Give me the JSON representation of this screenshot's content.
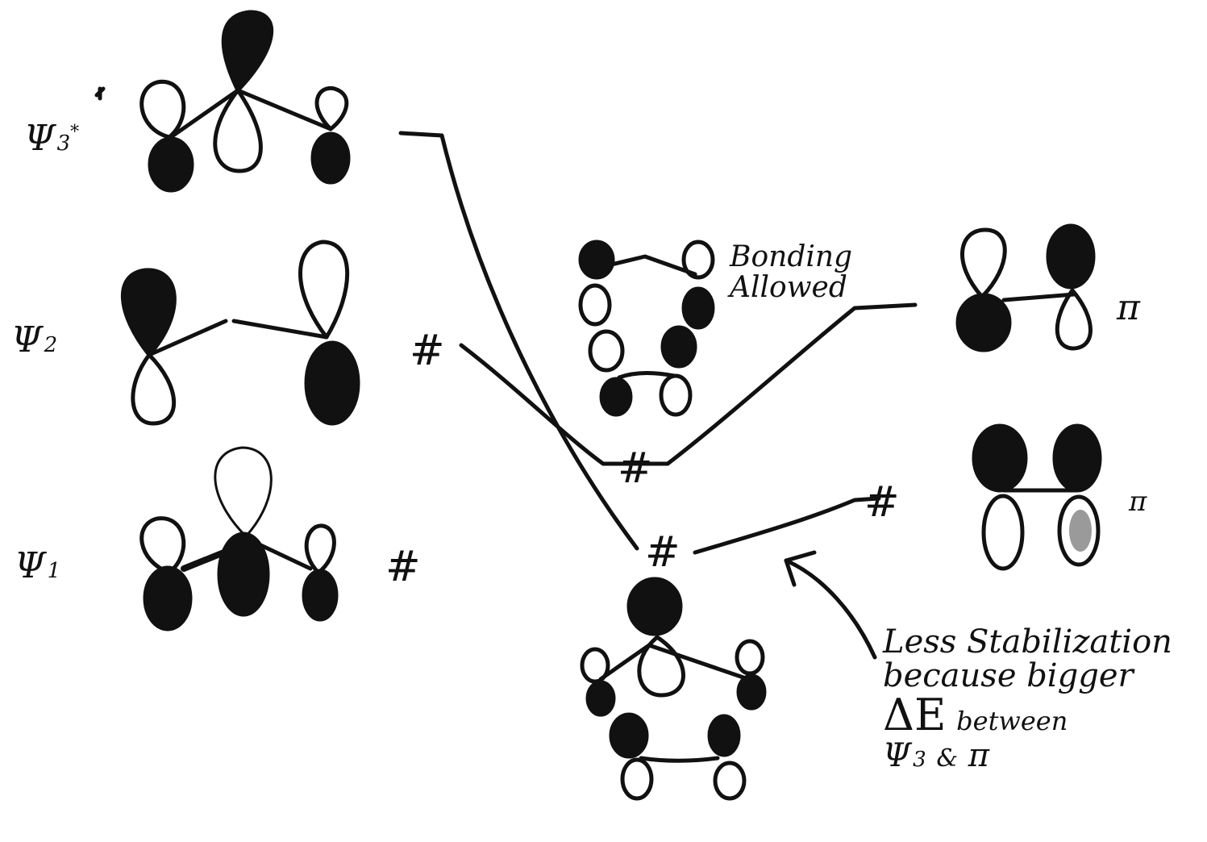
{
  "orbitals": {
    "psi3": {
      "symbol": "Ψ",
      "subscript": "3",
      "mark": "*"
    },
    "psi2": {
      "symbol": "Ψ",
      "subscript": "2"
    },
    "psi1": {
      "symbol": "Ψ",
      "subscript": "1"
    },
    "pi_star": {
      "symbol": "π"
    },
    "pi": {
      "symbol": "π"
    }
  },
  "annotations": {
    "bonding_line1": "Bonding",
    "bonding_line2": "Allowed",
    "note_line1": "Less Stabilization",
    "note_line2": "because bigger",
    "note_line3_delta": "ΔE",
    "note_line3_rest": "between",
    "note_line4_psi": "Ψ",
    "note_line4_sub": "3",
    "note_line4_and": "&",
    "note_line4_pi": "π"
  },
  "electron_marks": {
    "psi2": "#",
    "psi1": "#",
    "complex_upper": "#",
    "complex_lower": "#",
    "pi": "#"
  },
  "colors": {
    "ink": "#111111",
    "paper": "#ffffff",
    "shade_light": "#9a9a9a"
  }
}
